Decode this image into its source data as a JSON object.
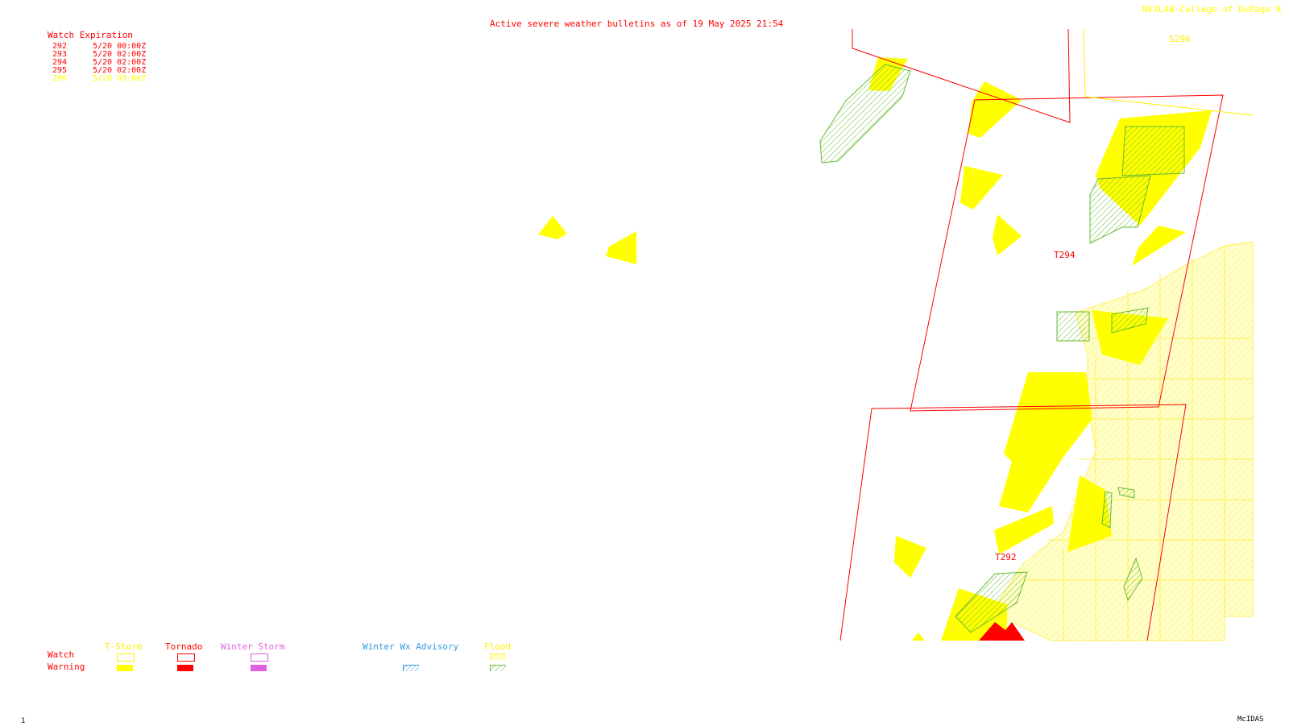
{
  "header": {
    "title": "Active severe weather bulletins as of 19 May 2025 21:54",
    "credit": "NEXLAB-College of DuPage R"
  },
  "watch_list": {
    "heading": "Watch Expiration",
    "rows": [
      {
        "number": "292",
        "expires": "5/20 00:00Z",
        "color": "#ff0000"
      },
      {
        "number": "293",
        "expires": "5/20 02:00Z",
        "color": "#ff0000"
      },
      {
        "number": "294",
        "expires": "5/20 02:00Z",
        "color": "#ff0000"
      },
      {
        "number": "295",
        "expires": "5/20 02:00Z",
        "color": "#ff0000"
      },
      {
        "number": "296",
        "expires": "5/20 03:00Z",
        "color": "#ffff00"
      }
    ]
  },
  "map_labels": {
    "t294": "T294",
    "t292": "T292",
    "s296": "S296"
  },
  "legend": {
    "row_watch": "Watch",
    "row_warning": "Warning",
    "tstorm": "T-Storm",
    "tornado": "Tornado",
    "winter_storm": "Winter Storm",
    "winter_wx_advisory": "Winter Wx Advisory",
    "flood": "Flood"
  },
  "colors": {
    "tstorm": "#ffff00",
    "tornado": "#ff0000",
    "winter_storm": "#e060e0",
    "winter_wx_advisory": "#3399dd",
    "flood_watch": "#ffff66",
    "flood_warning": "#66cc33"
  },
  "footer": {
    "frame_number": "1",
    "software": "McIDAS"
  }
}
